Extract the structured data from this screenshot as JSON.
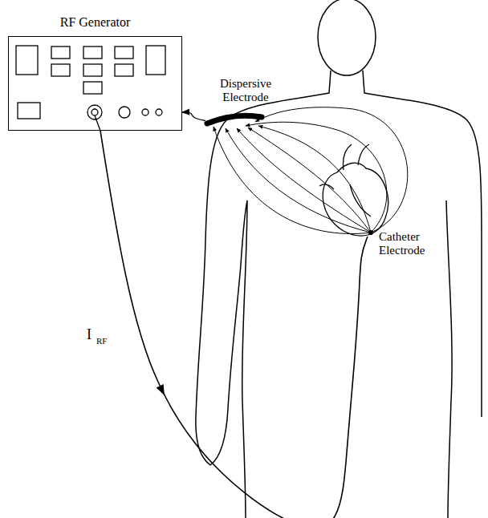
{
  "diagram": {
    "nodes": [
      {
        "text": [
          "RF Generator"
        ]
      },
      {
        "text": [
          "Dispersive Electrode"
        ]
      },
      {
        "text": [
          "Catheter Electrode"
        ]
      }
    ],
    "edges": [
      {
        "from": 1,
        "to": 0,
        "arrow": "to"
      },
      {
        "from": 0,
        "to": 2,
        "arrow": "to"
      }
    ],
    "labels": [
      "I",
      "RF"
    ]
  }
}
